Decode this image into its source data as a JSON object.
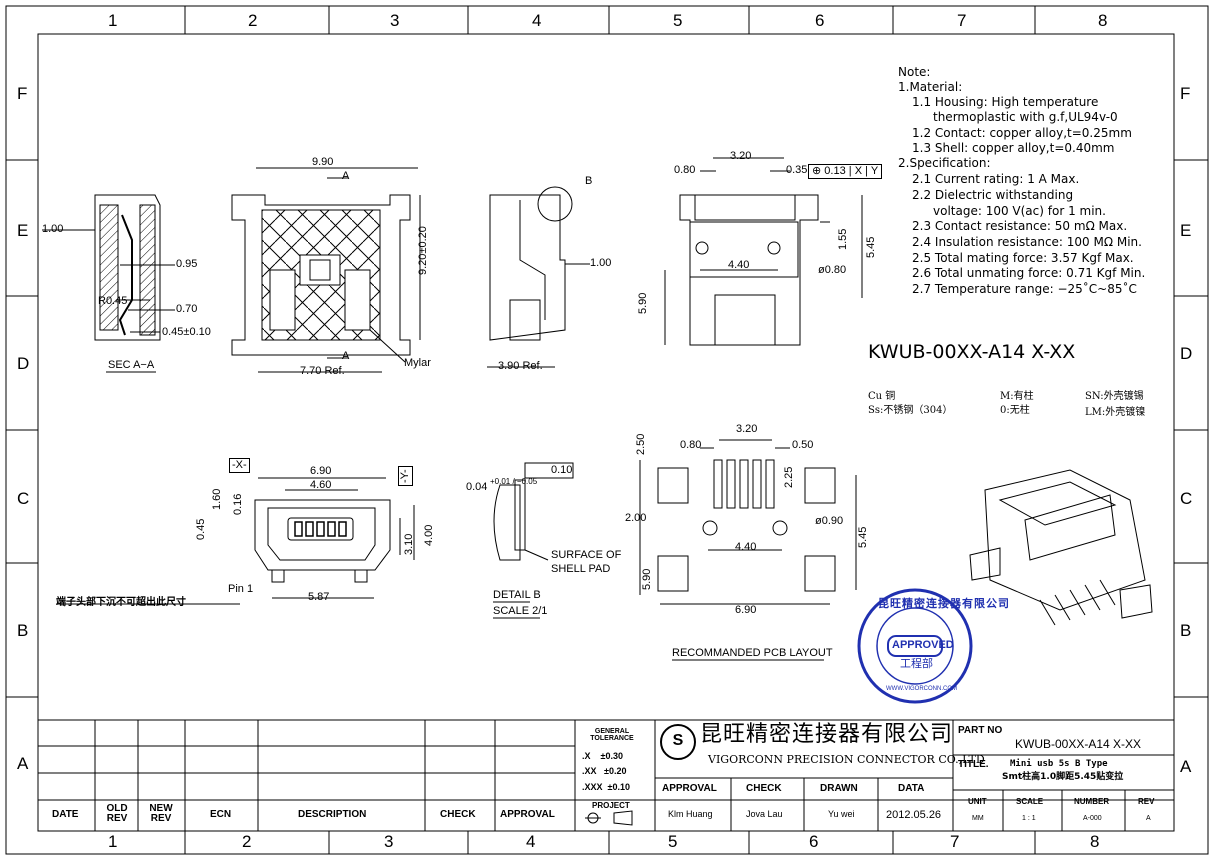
{
  "zones": {
    "cols": [
      "1",
      "2",
      "3",
      "4",
      "5",
      "6",
      "7",
      "8"
    ],
    "rows": [
      "F",
      "E",
      "D",
      "C",
      "B",
      "A"
    ]
  },
  "notes": {
    "title": "Note:",
    "lines": [
      "1.Material:",
      "1.1  Housing: High temperature",
      "thermoplastic with g.f,UL94v-0",
      "1.2  Contact: copper alloy,t=0.25mm",
      "1.3  Shell: copper alloy,t=0.40mm",
      "2.Specification:",
      "2.1  Current rating: 1 A Max.",
      "2.2  Dielectric withstanding",
      "voltage: 100 V(ac) for 1 min.",
      "2.3  Contact resistance: 50 mΩ Max.",
      "2.4  Insulation resistance: 100 MΩ Min.",
      "2.5  Total mating force: 3.57 Kgf Max.",
      "2.6  Total unmating force: 0.71 Kgf Min.",
      "2.7  Temperature range: −25˚C~85˚C"
    ]
  },
  "part_code": {
    "main": "KWUB-00XX-A14 X-XX",
    "opt1_a": "Cu  铜",
    "opt1_b": "Ss:不锈钢（304）",
    "opt2_a": "M:有柱",
    "opt2_b": "0:无柱",
    "opt3_a": "SN:外壳镀锡",
    "opt3_b": "LM:外壳镀镍"
  },
  "dims": {
    "sec_100": "1.00",
    "sec_095": "0.95",
    "sec_r045": "R0.45",
    "sec_070": "0.70",
    "sec_045": "0.45±0.10",
    "sec_label": "SEC  A−A",
    "front_990": "9.90",
    "front_920": "9.20±0.20",
    "front_770": "7.70 Ref.",
    "front_a": "A",
    "front_mylar": "Mylar",
    "side_b": "B",
    "side_100": "1.00",
    "side_390": "3.90 Ref.",
    "top_320": "3.20",
    "top_080": "0.80",
    "top_035": "0.35",
    "top_tol": "0.13",
    "top_x": "X",
    "top_y": "Y",
    "top_155": "1.55",
    "top_545": "5.45",
    "top_440": "4.40",
    "top_d080": "ø0.80",
    "top_590": "5.90",
    "end_x": "-X-",
    "end_y": "-Y-",
    "end_690": "6.90",
    "end_460": "4.60",
    "end_160": "1.60",
    "end_016": "0.16",
    "end_045": "0.45",
    "end_310": "3.10",
    "end_400": "4.00",
    "end_pin1": "Pin 1",
    "end_587": "5.87",
    "end_note": "端子头部下沉不可超出此尺寸",
    "det_004": "0.04",
    "det_tol": "+0.01 / −0.05",
    "det_010": "0.10",
    "det_surface": "SURFACE OF",
    "det_pad": "SHELL PAD",
    "det_label": "DETAIL  B",
    "det_scale": "SCALE  2/1",
    "pcb_250": "2.50",
    "pcb_320": "3.20",
    "pcb_080": "0.80",
    "pcb_050": "0.50",
    "pcb_225": "2.25",
    "pcb_200": "2.00",
    "pcb_d090": "ø0.90",
    "pcb_440": "4.40",
    "pcb_545": "5.45",
    "pcb_590": "5.90",
    "pcb_690": "6.90",
    "pcb_label": "RECOMMANDED  PCB  LAYOUT"
  },
  "stamp": {
    "ring": "昆旺精密连接器有限公司",
    "approved": "APPROVED",
    "dept": "工程部",
    "web": "WWW.VIGORCONN.COM"
  },
  "title_block": {
    "rev_headers": [
      "DATE",
      "OLD REV",
      "NEW REV",
      "ECN",
      "DESCRIPTION",
      "CHECK",
      "APPROVAL"
    ],
    "tol_title": "GENERAL TOLERANCE",
    "tol": [
      ".X    ±0.30",
      ".XX   ±0.20",
      ".XXX  ±0.10"
    ],
    "project": "PROJECT",
    "company_cn": "昆旺精密连接器有限公司",
    "company_en": "VIGORCONN PRECISION CONNECTOR CO.,LTD",
    "sign_headers": [
      "APPROVAL",
      "CHECK",
      "DRAWN",
      "DATA"
    ],
    "sign_values": [
      "Klm Huang",
      "Jova Lau",
      "Yu wei",
      "2012.05.26"
    ],
    "part_no_label": "PART NO",
    "part_no": "KWUB-00XX-A14 X-XX",
    "title_label": "TITLE.",
    "title_1": "Mini usb 5s B Type",
    "title_2": "Smt柱高1.0脚距5.45贴变拉",
    "info_headers": [
      "UNIT",
      "SCALE",
      "NUMBER",
      "REV"
    ],
    "info_values": [
      "MM",
      "1 : 1",
      "A-000",
      "A"
    ]
  }
}
